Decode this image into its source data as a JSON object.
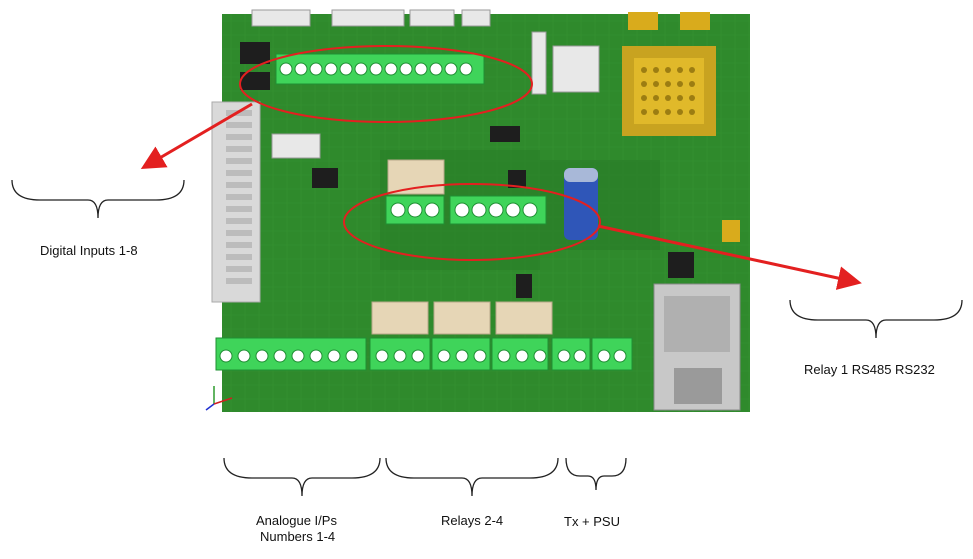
{
  "labels": {
    "digital_inputs": "Digital Inputs 1-8",
    "relay_comms": "Relay 1 RS485 RS232",
    "analogue_line1": "Analogue I/Ps",
    "analogue_line2": "Numbers 1-4",
    "relays_2_4": "Relays 2-4",
    "tx_psu": "Tx +  PSU"
  },
  "colors": {
    "pcb": "#2f8a2c",
    "pcb_dark": "#236f22",
    "terminal": "#3fd45a",
    "highlight": "#e32020",
    "annotation_line": "#222222"
  }
}
